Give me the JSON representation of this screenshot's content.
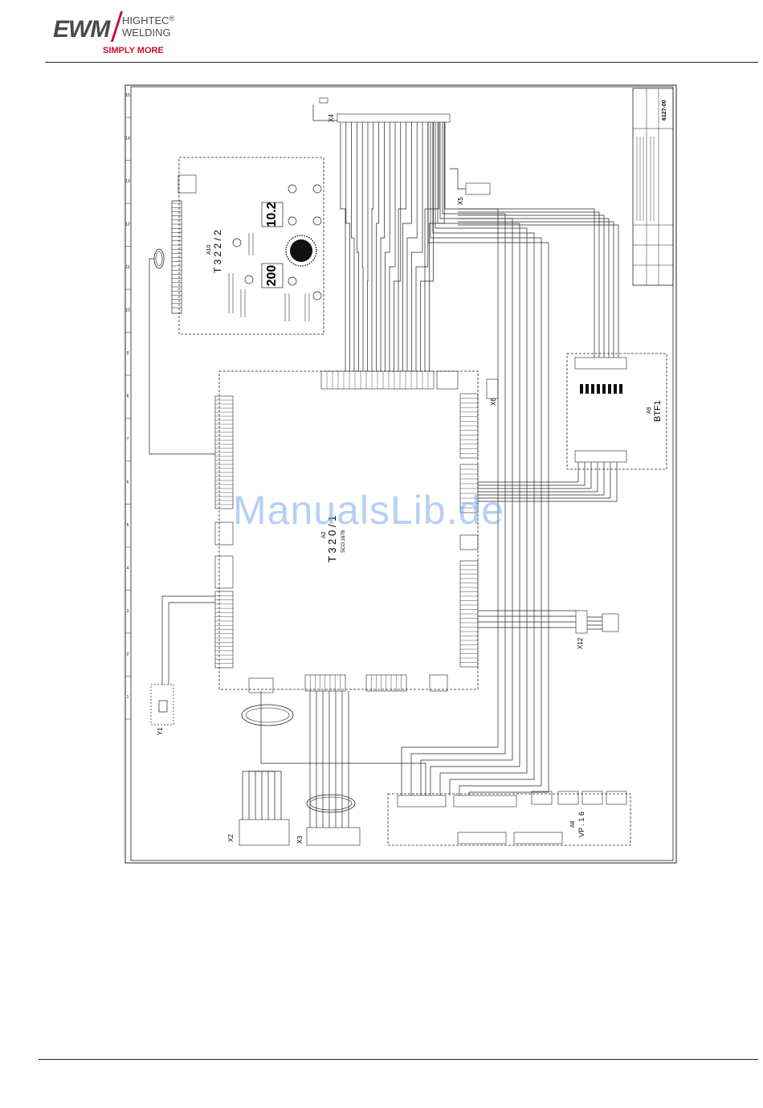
{
  "brand": {
    "logo_text": "EWM",
    "line1": "HIGHTEC",
    "line2": "WELDING",
    "reg_mark": "®",
    "tagline": "SIMPLY MORE",
    "accent_color": "#c8102e",
    "logo_gray": "#4a4a4a"
  },
  "watermark": "ManualsLib.de",
  "schematic": {
    "modules": {
      "a10_label": "A10",
      "a10_type": "T 3 2 2 / 2",
      "a2_label": "A2",
      "a2_type": "T 3 2 0 / 1",
      "a2_sub": "SCO.1678",
      "a8_label": "A8",
      "a8_type": "VP . 1 6",
      "a9_label": "A9",
      "a9_type": "BTF1"
    },
    "displays": {
      "left": "200",
      "right": "10.2"
    },
    "connectors": {
      "x4": "X4",
      "x5": "X5",
      "x6": "X6",
      "x12": "X12",
      "x2": "X2",
      "x3": "X3",
      "y1": "Y1"
    },
    "title_block": {
      "drawing_number": "6127-00"
    },
    "ruler_numbers": [
      "15",
      "14",
      "13",
      "12",
      "11",
      "10",
      "9",
      "8",
      "7",
      "6",
      "5",
      "4",
      "3",
      "2",
      "1"
    ]
  }
}
